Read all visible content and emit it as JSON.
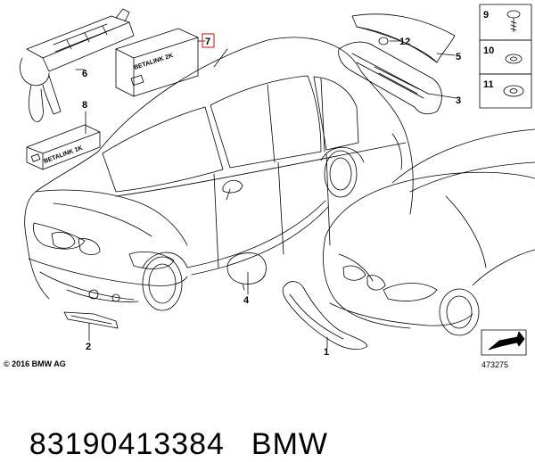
{
  "callouts": {
    "c1": "1",
    "c2": "2",
    "c3": "3",
    "c4": "4",
    "c5": "5",
    "c6": "6",
    "c7": "7",
    "c8": "8",
    "c9": "9",
    "c10": "10",
    "c11": "11",
    "c12": "12"
  },
  "box_labels": {
    "box_2k": "BETALINK 2K",
    "box_1k": "BETALINK 1K"
  },
  "copyright": "© 2016 BMW AG",
  "diagram_id": "473275",
  "footer": {
    "part_number": "83190413384",
    "brand": "BMW"
  },
  "colors": {
    "line": "#000000",
    "highlight": "#e03030",
    "background": "#ffffff"
  }
}
